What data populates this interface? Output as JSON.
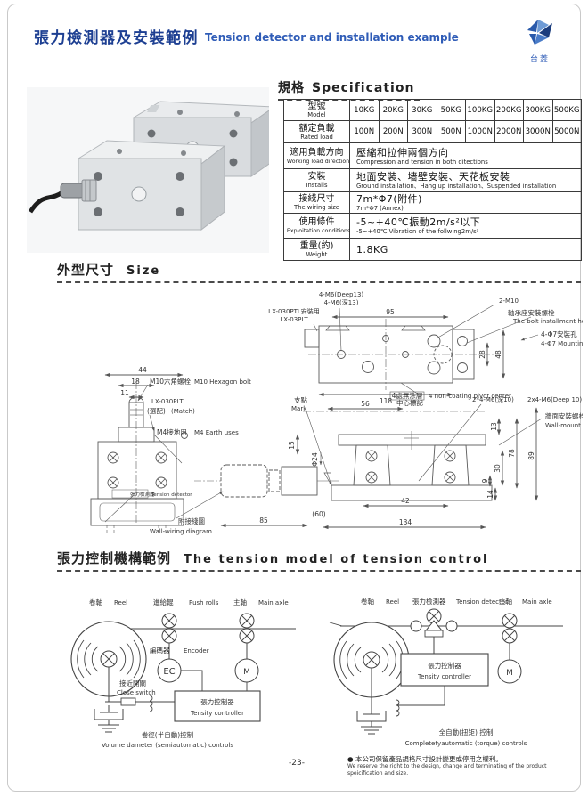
{
  "header": {
    "title_zh": "張力檢測器及安裝範例",
    "title_en": "Tension detector and installation example",
    "logo_text": "台菱"
  },
  "spec": {
    "heading_zh": "規格",
    "heading_en": "Specification",
    "model_row": {
      "label_zh": "型號",
      "label_en": "Model",
      "values": [
        "10KG",
        "20KG",
        "30KG",
        "50KG",
        "100KG",
        "200KG",
        "300KG",
        "500KG"
      ]
    },
    "load_row": {
      "label_zh": "額定負載",
      "label_en": "Rated load",
      "values": [
        "100N",
        "200N",
        "300N",
        "500N",
        "1000N",
        "2000N",
        "3000N",
        "5000N"
      ]
    },
    "direction_row": {
      "label_zh": "適用負載方向",
      "label_en": "Working load direction",
      "value_zh": "壓縮和拉伸兩個方向",
      "value_en": "Compression and tension in both ditections"
    },
    "install_row": {
      "label_zh": "安裝",
      "label_en": "Installs",
      "value_zh": "地面安裝、墻壁安裝、天花板安裝",
      "value_en": "Ground installation、Hang up installation、Suspended installation"
    },
    "wiring_row": {
      "label_zh": "接綫尺寸",
      "label_en": "The wiring size",
      "value_zh": "7m*Φ7(附件)",
      "value_en": "7m*Φ7 (Annex)"
    },
    "condition_row": {
      "label_zh": "使用條件",
      "label_en": "Exploitation conditions",
      "value_zh": "-5~+40℃振動2m/s²以下",
      "value_en": "-5~+40℃ Vibration of the follwing2m/s²"
    },
    "weight_row": {
      "label_zh": "重量(約)",
      "label_en": "Weight",
      "value_zh": "1.8KG",
      "value_en": ""
    }
  },
  "size": {
    "heading_zh": "外型尺寸",
    "heading_en": "Size",
    "labels": {
      "m6deep13_en": "4-M6(Deep13)",
      "m6deep13_zh": "4-M6(深13)",
      "lx030_install": "LX-030PTL安裝用",
      "lx03plt": "LX-03PLT",
      "m10_2": "2-M10",
      "boltseat_zh": "軸承座安裝螺栓",
      "boltseat_en": "The bolt installment hole",
      "mounthole_zh": "4-Φ7安裝孔",
      "mounthole_en": "4-Φ7 Mounting holes",
      "noncoat_zh": "4處無涂層",
      "noncoat_en": "4 non-coating pivot center",
      "fulcrum_zh": "支點",
      "fulcrum_en": "Mark",
      "centermark_zh": "中心標記",
      "m6deep10_zh": "2*4-M6(深10)",
      "m6deep10_en": "2x4-M6(Deep 10)",
      "wallbolt_zh": "牆面安裝螺栓",
      "wallbolt_en": "Wall-mount bolts",
      "hexbolt_zh": "M10六角螺栓",
      "hexbolt_en": "M10 Hexagon bolt",
      "lx030plt": "LX-030PLT",
      "match_zh": "(選配)",
      "match_en": "(Match)",
      "earth_zh": "M4接地用",
      "earth_en": "M4 Earth uses",
      "detector_zh": "張力檢測器",
      "detector_en": "Tension detector",
      "wiring_zh": "附接綫圖",
      "wiring_en": "Wall-wiring diagram",
      "phi24": "Φ24"
    },
    "dims": {
      "d95": "95",
      "d118": "118",
      "d28": "28",
      "d48": "48",
      "d44": "44",
      "d18": "18",
      "d11": "11",
      "d56": "56",
      "d15": "15",
      "d13": "13",
      "d78": "78",
      "d89": "89",
      "d30": "30",
      "d9": "9",
      "d14": "14",
      "d85": "85",
      "d60": "(60)",
      "d42": "42",
      "d134": "134"
    }
  },
  "control": {
    "heading_zh": "張力控制機構範例",
    "heading_en": "The tension model of tension control",
    "labels": {
      "reel_zh": "卷軸",
      "reel_en": "Reel",
      "push_zh": "進給輥",
      "push_en": "Push rolls",
      "main_zh": "主軸",
      "main_en": "Main axle",
      "encoder_zh": "編碼器",
      "encoder_en": "Encoder",
      "ec": "EC",
      "m": "M",
      "close_zh": "接近開關",
      "close_en": "Close switch",
      "controller_zh": "張力控制器",
      "controller_en": "Tensity controller",
      "detector_zh": "張力檢測器",
      "detector_en": "Tension detector",
      "left_caption_zh": "卷徑(半自動)控制",
      "left_caption_en": "Volume dameter (semiautomatic) controls",
      "right_caption_zh": "全自動(扭矩) 控制",
      "right_caption_en": "Completetyautomatic (torque) controls"
    }
  },
  "footer": {
    "page_number": "-23-",
    "bullet": "●",
    "note_zh": "本公司保留產品規格尺寸設計變更或停用之權利。",
    "note_en": "We reserve the right to the design, change and terminating of the product speicification and size."
  }
}
